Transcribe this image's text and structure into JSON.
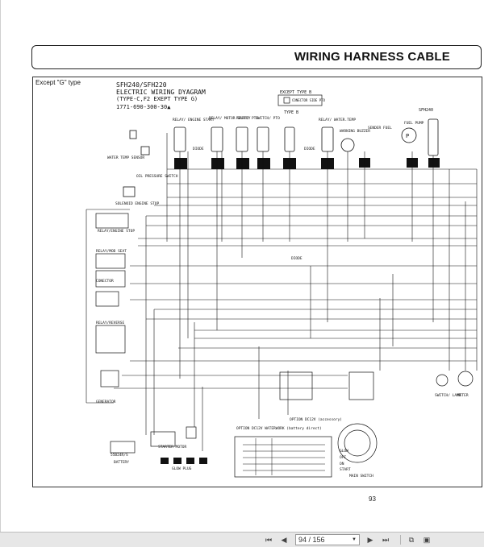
{
  "header": {
    "title": "WIRING HARNESS CABLE"
  },
  "diagram": {
    "type_label": "Except \"G\" type",
    "title_lines": [
      "SFH240/SFH220",
      "ELECTRIC WIRING DYAGRAM",
      "(TYPE-C,F2 EXEPT TYPE G)",
      "1771-690-300-30▲"
    ],
    "labels": {
      "except_type_b": "EXCEPT TYPE B",
      "type_b": "TYPE B",
      "conector_side": "CONECTOR SIDE PTO",
      "sfh240": "SFH240",
      "relay_engine_start": "RELAY/ ENGINE START",
      "relay_motor_safety": "RELAY/ MOTOR SAFETY",
      "relay_pto": "RELAY/ PTO",
      "switch_pto": "SWITCH/ PTO",
      "relay_water_temp": "RELAY/ WATER.TEMP",
      "warning_buzzer": "WARNING BUZZER",
      "diode": "DIODE",
      "water_temp_sensor": "WATER TEMP SENSOR",
      "oil_pressure_switch": "OIL PRESSURE SWITCH",
      "solenoid_engine_stop": "SOLENOID ENGINE STOP",
      "relay_engine_stop": "RELAY/ENGINE STOP",
      "relay_mod_seat": "RELAY/MOD SEAT",
      "conector": "CONECTOR",
      "relay_reverse": "RELAY/REVERSE",
      "glow_plug": "GLOW PLUG",
      "starter_motor": "STARTER MOTOR",
      "battery": "BATTERY",
      "battery_spec": "55B24R/S",
      "generator": "GENERATOR",
      "option_a": "OPTION DC12V WATERWORK (battery direct)",
      "option_b": "OPTION DC12V (accessory)",
      "main_switch": "MAIN SWITCH",
      "glow": "GLOW",
      "off": "OFF",
      "on": "ON",
      "start": "START",
      "meter": "METER",
      "switch_lamp": "SWITCH/ LAMP",
      "fuel_pump": "FUEL PUMP",
      "sender_fuel": "SENDER FUEL"
    }
  },
  "footer": {
    "page_number": "93"
  },
  "viewer": {
    "page_value": "94 / 156",
    "first_icon": "first-page-icon",
    "prev_icon": "prev-page-icon",
    "next_icon": "next-page-icon",
    "last_icon": "last-page-icon",
    "fit_icon": "fit-page-icon",
    "single_page_icon": "single-page-icon"
  }
}
